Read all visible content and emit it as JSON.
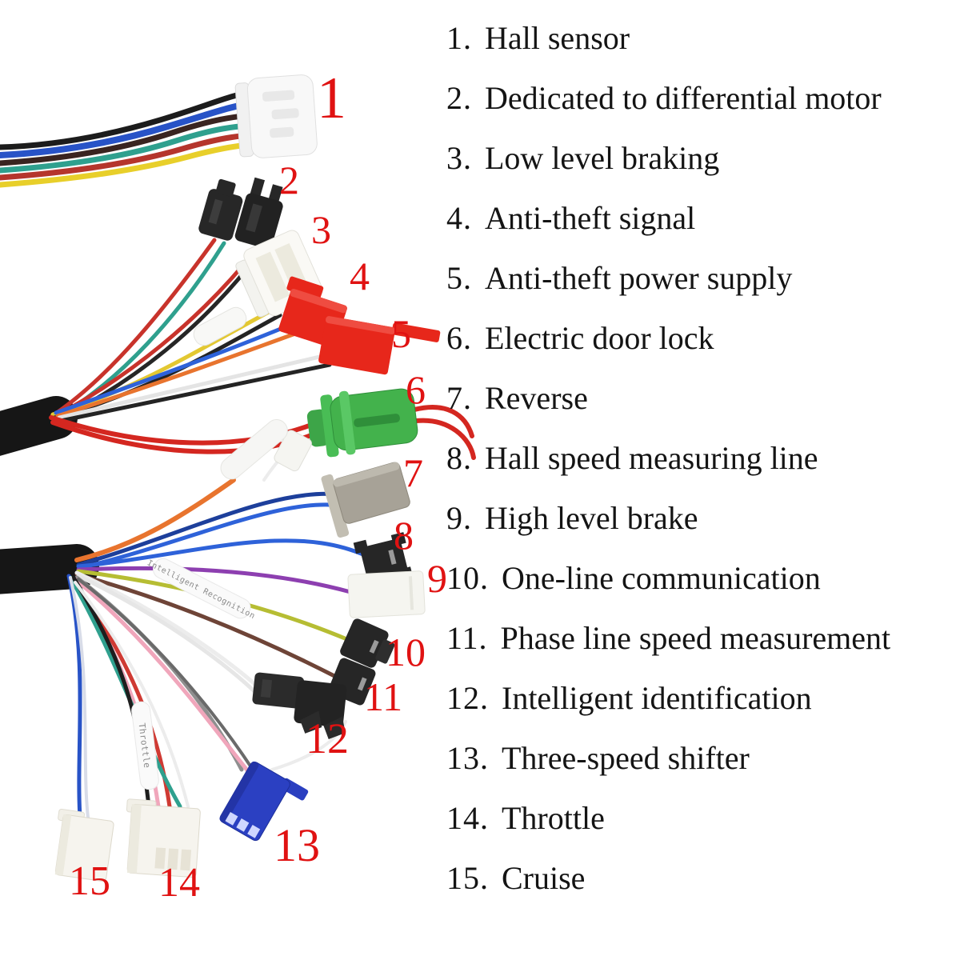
{
  "legend": {
    "items": [
      {
        "num": "1.",
        "label": "Hall sensor"
      },
      {
        "num": "2.",
        "label": "Dedicated to differential motor"
      },
      {
        "num": "3.",
        "label": "Low level braking"
      },
      {
        "num": "4.",
        "label": "Anti-theft signal"
      },
      {
        "num": "5.",
        "label": "Anti-theft power supply"
      },
      {
        "num": "6.",
        "label": "Electric door lock"
      },
      {
        "num": "7.",
        "label": "Reverse"
      },
      {
        "num": "8.",
        "label": "Hall speed measuring line"
      },
      {
        "num": "9.",
        "label": "High level brake"
      },
      {
        "num": "10.",
        "label": "One-line communication"
      },
      {
        "num": "11.",
        "label": "Phase line speed measurement"
      },
      {
        "num": "12.",
        "label": "Intelligent identification"
      },
      {
        "num": "13.",
        "label": "Three-speed shifter"
      },
      {
        "num": "14.",
        "label": "Throttle"
      },
      {
        "num": "15.",
        "label": "Cruise"
      }
    ]
  },
  "markers": [
    {
      "text": "1"
    },
    {
      "text": "2"
    },
    {
      "text": "3"
    },
    {
      "text": "4"
    },
    {
      "text": "5"
    },
    {
      "text": "6"
    },
    {
      "text": "7"
    },
    {
      "text": "8"
    },
    {
      "text": "9"
    },
    {
      "text": "10"
    },
    {
      "text": "11"
    },
    {
      "text": "12"
    },
    {
      "text": "13"
    },
    {
      "text": "14"
    },
    {
      "text": "15"
    }
  ],
  "wire_labels": {
    "intelligent_recognition": "Intelligent Recognition",
    "throttle": "Throttle"
  },
  "colors": {
    "marker_red": "#e01212",
    "connector_red": "#e7271b",
    "connector_green": "#43b24c",
    "connector_blue": "#2b40c2",
    "connector_gray": "#a7a297"
  }
}
